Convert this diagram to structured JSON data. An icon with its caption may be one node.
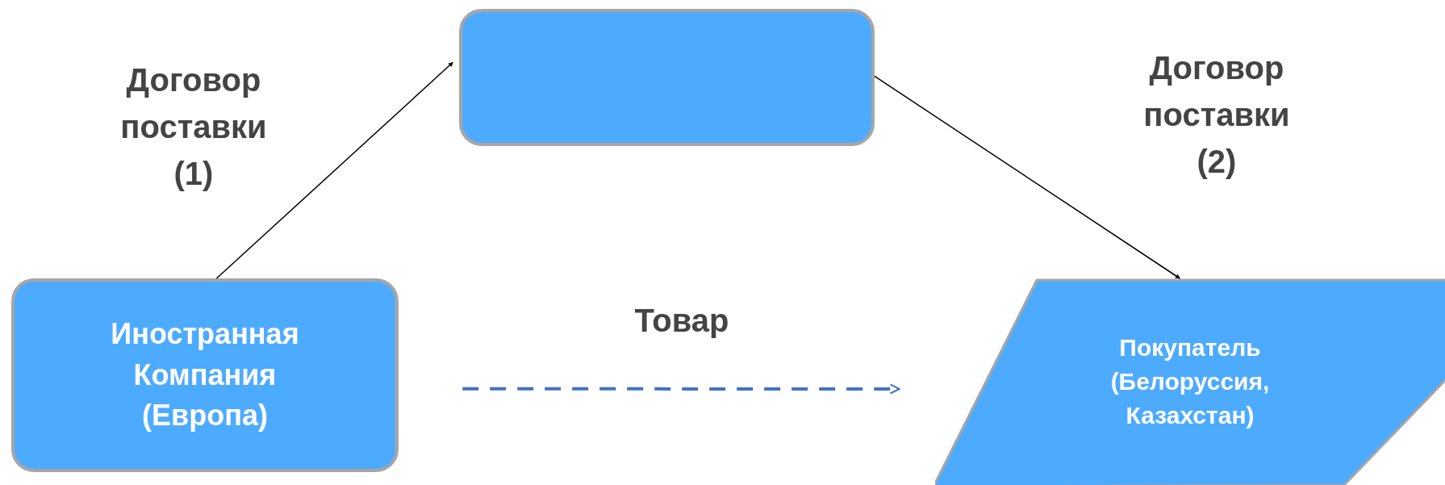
{
  "diagram": {
    "nodes": [
      {
        "text": [
          "Иностранная Компания (Европа)"
        ]
      },
      {
        "text": [],
        "shape": "box"
      },
      {
        "text": [
          "Покупатель (Белоруссия, Казахстан)"
        ]
      }
    ],
    "edges": [
      {
        "from": 0,
        "to": 1,
        "arrow": "to",
        "label": "Договор поставки (1)"
      },
      {
        "from": 1,
        "to": 2,
        "arrow": "to",
        "label": "Договор поставки (2)"
      },
      {
        "from": 0,
        "to": 2,
        "arrow": "to",
        "label": "Товар",
        "style": "dashed",
        "color": "#4472c4"
      }
    ]
  }
}
